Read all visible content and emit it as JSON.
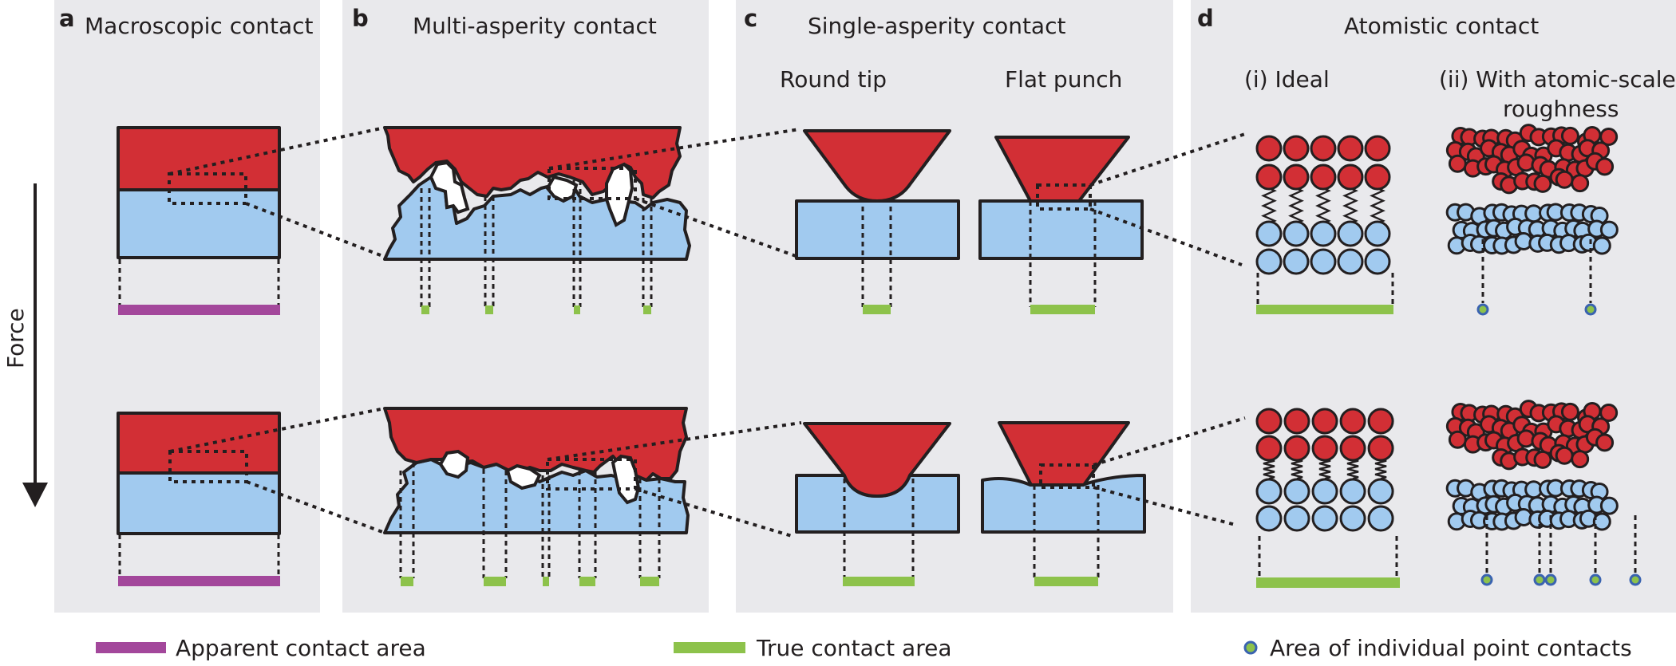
{
  "panels": {
    "a": {
      "letter": "a",
      "title": "Macroscopic contact"
    },
    "b": {
      "letter": "b",
      "title": "Multi-asperity contact"
    },
    "c": {
      "letter": "c",
      "title": "Single-asperity contact",
      "sub_left": "Round tip",
      "sub_right": "Flat punch"
    },
    "d": {
      "letter": "d",
      "title": "Atomistic contact",
      "sub_left": "(i) Ideal",
      "sub_right_line1": "(ii) With atomic-scale",
      "sub_right_line2": "roughness"
    }
  },
  "axis": {
    "force_label": "Force"
  },
  "legend": {
    "apparent": "Apparent contact area",
    "true": "True contact area",
    "point": "Area of individual point contacts"
  },
  "colors": {
    "upper_body": "#d22f35",
    "lower_body": "#a1caef",
    "apparent_area": "#a3479b",
    "true_area": "#8dc24b",
    "point_contact_ring": "#3a63b0",
    "panel_background": "#e9e9ec"
  }
}
